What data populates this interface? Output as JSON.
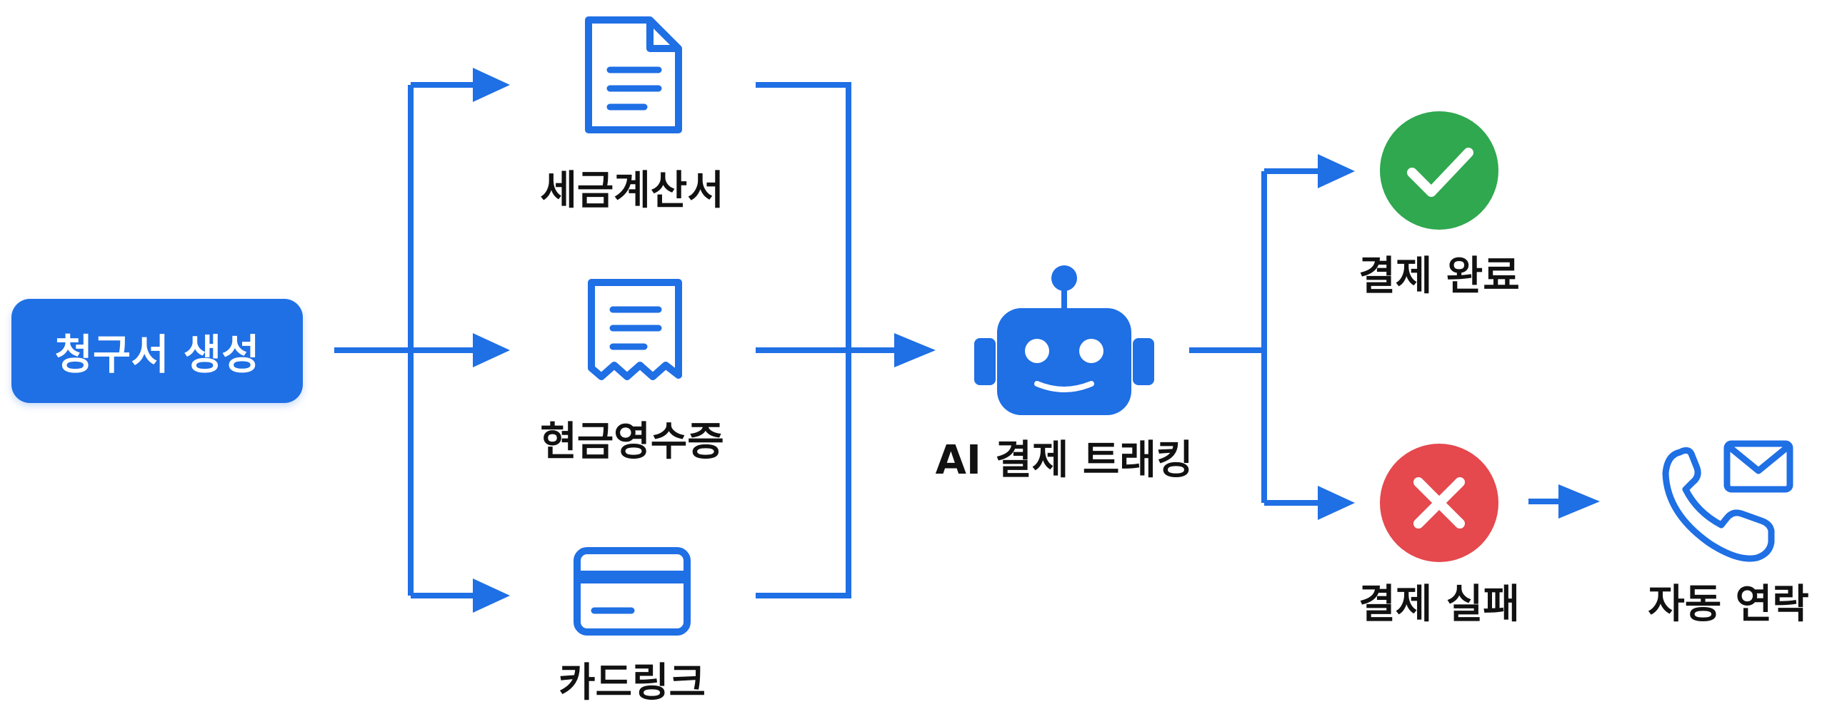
{
  "colors": {
    "accent": "#1f6fe5",
    "success": "#2fa84f",
    "failure": "#e5484d",
    "text": "#111111",
    "background": "#ffffff"
  },
  "start": {
    "label": "청구서 생성"
  },
  "documents": [
    {
      "label": "세금계산서",
      "icon": "document-icon"
    },
    {
      "label": "현금영수증",
      "icon": "receipt-icon"
    },
    {
      "label": "카드링크",
      "icon": "credit-card-icon"
    }
  ],
  "tracker": {
    "label": "AI 결제 트래킹",
    "icon": "robot-icon"
  },
  "outcomes": {
    "success": {
      "label": "결제 완료",
      "icon": "check-circle-icon"
    },
    "failure": {
      "label": "결제 실패",
      "icon": "x-circle-icon"
    }
  },
  "followup": {
    "label": "자동 연락",
    "icon": "phone-mail-icon"
  }
}
